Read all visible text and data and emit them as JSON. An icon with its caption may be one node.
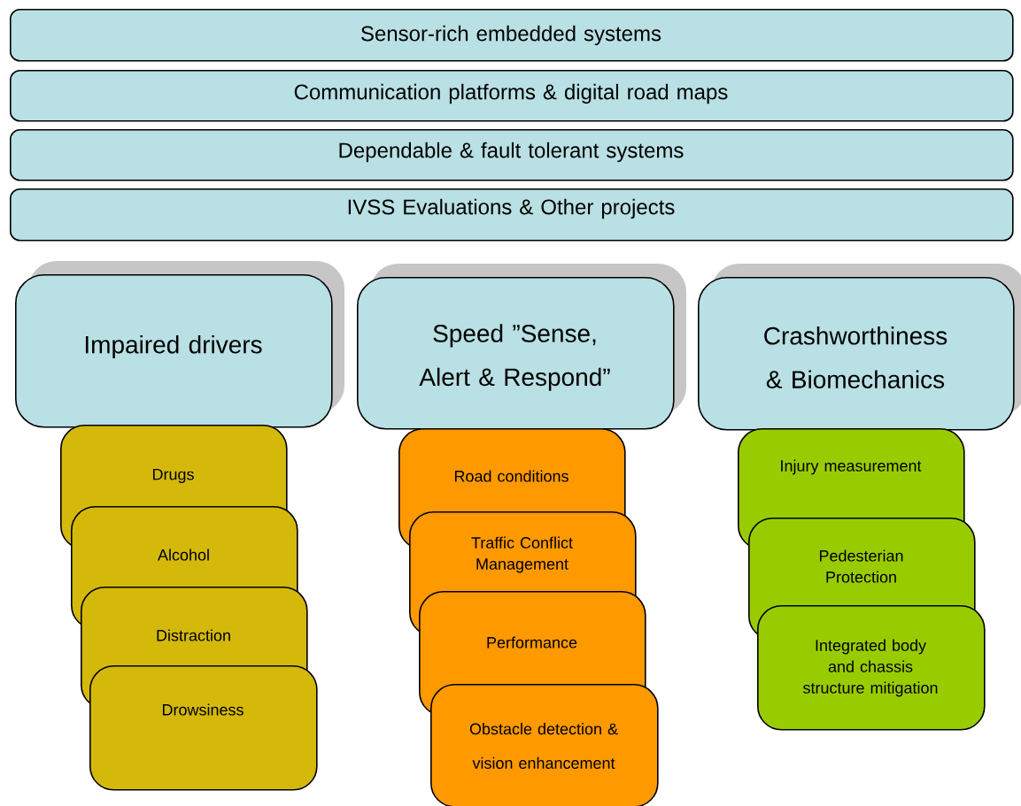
{
  "diagram": {
    "nodes": [
      {
        "text": [
          "Sensor-rich embedded systems"
        ]
      },
      {
        "text": [
          "Communication platforms & digital road maps"
        ]
      },
      {
        "text": [
          "Dependable & fault tolerant systems"
        ]
      },
      {
        "text": [
          "IVSS Evaluations & Other projects"
        ]
      },
      {
        "text": [
          "Impaired drivers"
        ]
      },
      {
        "text": [
          "Speed ”Sense, Alert & Respond”"
        ]
      },
      {
        "text": [
          "Crashworthiness & Biomechanics"
        ]
      },
      {
        "text": [
          "Drugs"
        ]
      },
      {
        "text": [
          "Alcohol"
        ]
      },
      {
        "text": [
          "Distraction"
        ]
      },
      {
        "text": [
          "Drowsiness"
        ]
      },
      {
        "text": [
          "Road conditions"
        ]
      },
      {
        "text": [
          "Traffic Conflict Management"
        ]
      },
      {
        "text": [
          "Performance"
        ]
      },
      {
        "text": [
          "Obstacle detection & vision enhancement"
        ]
      },
      {
        "text": [
          "Injury measurement"
        ]
      },
      {
        "text": [
          "Pedesterian Protection"
        ]
      },
      {
        "text": [
          "Integrated body and chassis structure mitigation"
        ]
      }
    ]
  }
}
